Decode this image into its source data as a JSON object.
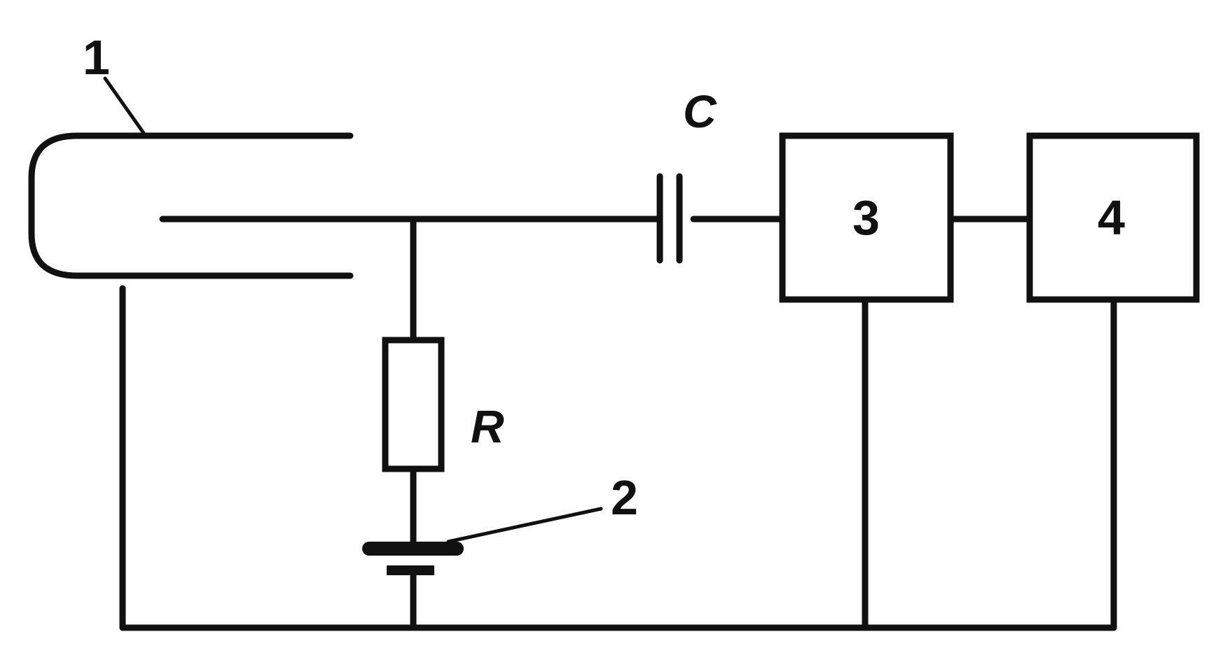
{
  "diagram": {
    "labels": {
      "detector": "1",
      "battery": "2",
      "block_3": "3",
      "block_4": "4",
      "capacitor": "C",
      "resistor": "R"
    }
  }
}
